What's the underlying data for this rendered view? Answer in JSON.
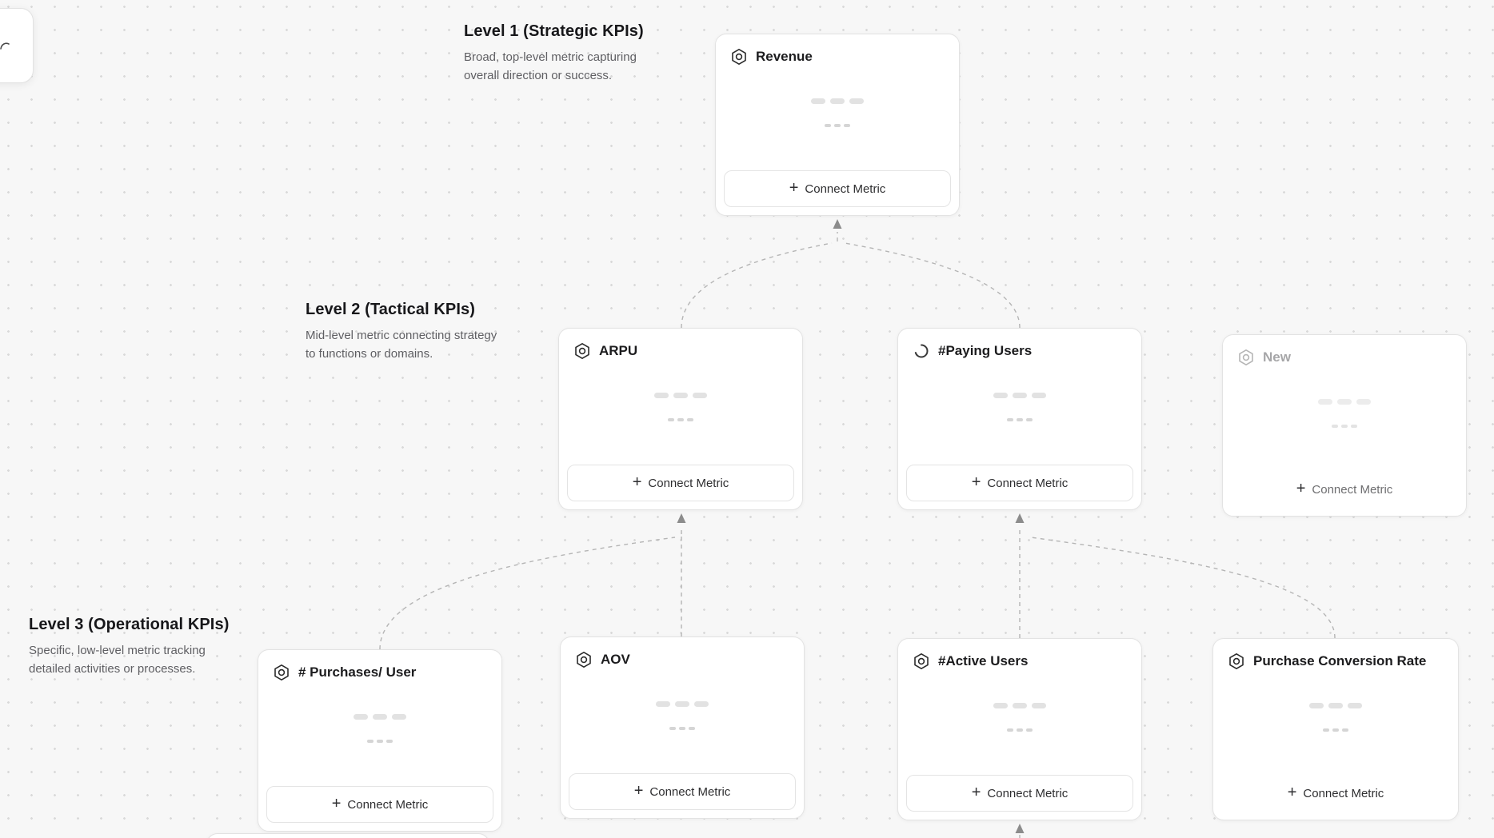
{
  "labels": {
    "connect_metric": "Connect Metric",
    "plus": "+"
  },
  "levels": [
    {
      "title": "Level 1 (Strategic KPIs)",
      "description": "Broad, top-level metric capturing overall direction or success."
    },
    {
      "title": "Level 2 (Tactical KPIs)",
      "description": "Mid-level metric connecting strategy to functions or domains."
    },
    {
      "title": "Level 3 (Operational KPIs)",
      "description": "Specific, low-level metric tracking detailed activities or processes."
    }
  ],
  "cards": [
    {
      "title": "Revenue",
      "state": "default",
      "icon": "metric-hexagon"
    },
    {
      "title": "ARPU",
      "state": "default",
      "icon": "metric-hexagon"
    },
    {
      "title": "#Paying Users",
      "state": "loading",
      "icon": "spinner"
    },
    {
      "title": "New",
      "state": "pending",
      "icon": "metric-hexagon"
    },
    {
      "title": "# Purchases/ User",
      "state": "default",
      "icon": "metric-hexagon"
    },
    {
      "title": "AOV",
      "state": "default",
      "icon": "metric-hexagon"
    },
    {
      "title": "#Active Users",
      "state": "default",
      "icon": "metric-hexagon"
    },
    {
      "title": "Purchase Conversion Rate",
      "state": "default",
      "icon": "metric-hexagon"
    }
  ],
  "colors": {
    "canvas_bg": "#f7f7f7",
    "dot": "#d9d9d9",
    "card_border": "#e3e3e3",
    "connector": "#b5b5b5",
    "arrowhead": "#8c8c8c",
    "title_text": "#1c1c1e",
    "muted_text": "#5f5f63"
  }
}
